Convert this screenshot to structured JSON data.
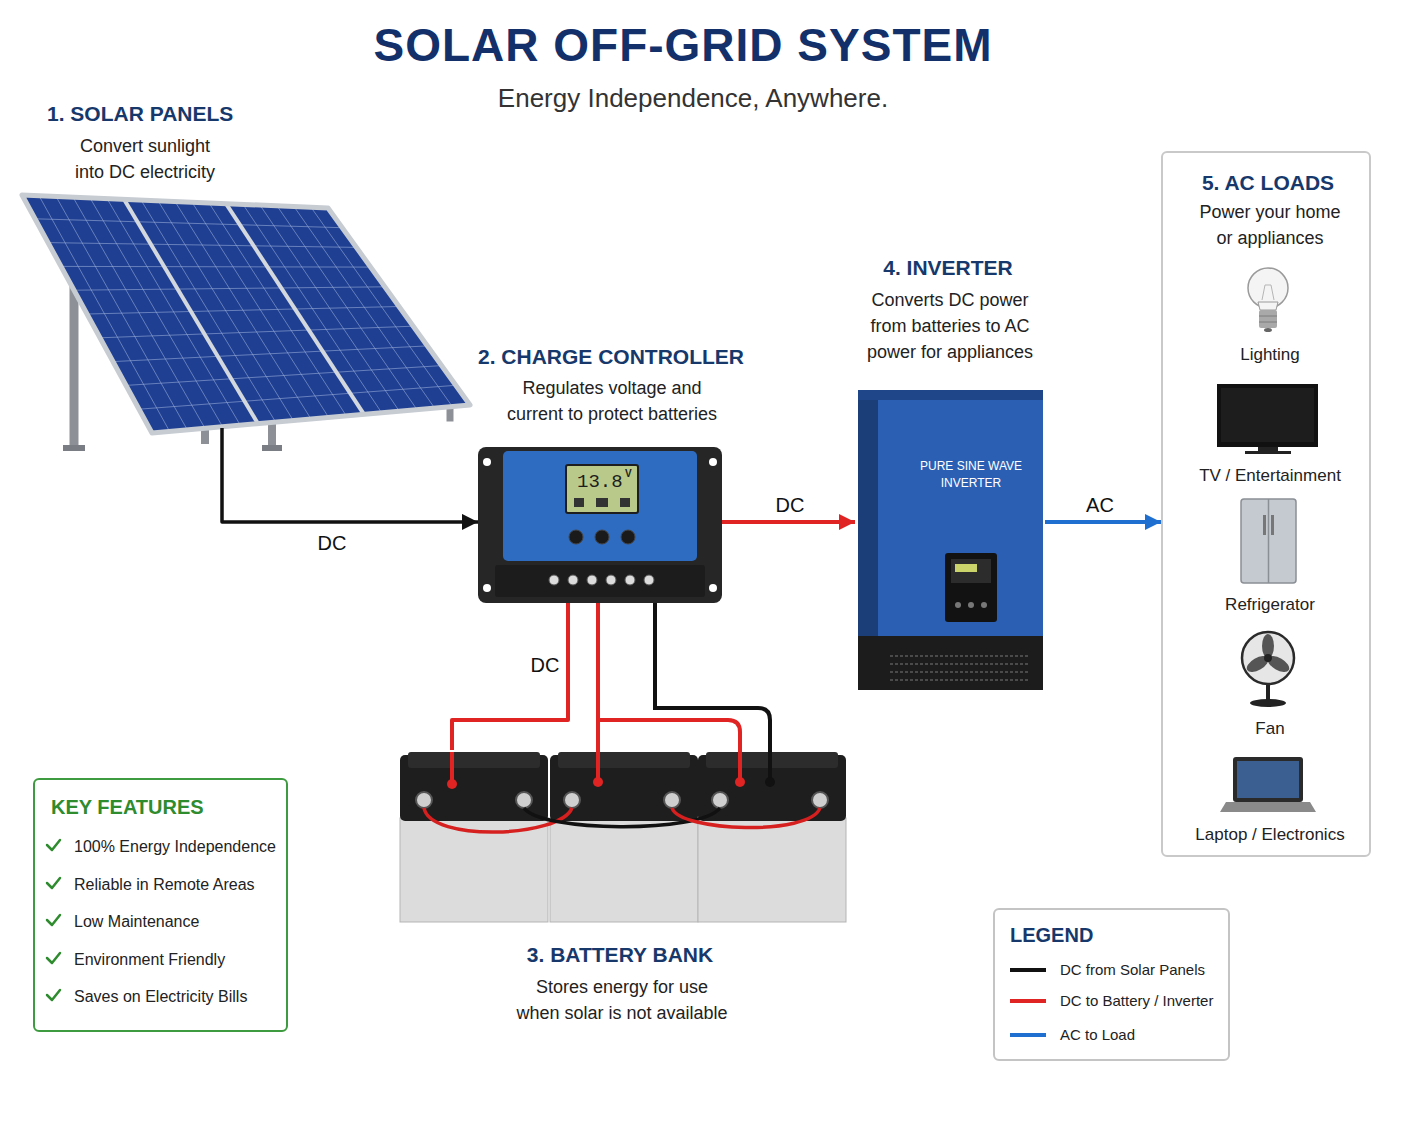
{
  "diagram": {
    "title": "SOLAR OFF-GRID SYSTEM",
    "nodes": [
      {
        "text": [
          "1. SOLAR PANELS",
          "Convert sunlight into DC electricity"
        ]
      },
      {
        "text": [
          "2. CHARGE CONTROLLER",
          "Regulates voltage and current to protect batteries"
        ]
      },
      {
        "text": [
          "3. BATTERY BANK",
          "Stores energy for use when solar is not available"
        ]
      },
      {
        "text": [
          "4. INVERTER",
          "Converts DC power from batteries to AC power for appliances"
        ]
      },
      {
        "text": [
          "5. AC LOADS",
          "Power your home or appliances"
        ]
      },
      {
        "text": [
          "Lighting"
        ],
        "in": 4
      },
      {
        "text": [
          "TV / Entertainment"
        ],
        "in": 4
      },
      {
        "text": [
          "Refrigerator"
        ],
        "in": 4
      },
      {
        "text": [
          "Fan"
        ],
        "in": 4
      },
      {
        "text": [
          "Laptop / Electronics"
        ],
        "in": 4
      },
      {
        "text": [
          "KEY FEATURES",
          "100% Energy Independence",
          "Reliable in Remote Areas",
          "Low Maintenance",
          "Environment Friendly",
          "Saves on Electricity Bills"
        ]
      }
    ],
    "edges": [
      {
        "from": 0,
        "to": 1,
        "label": "DC",
        "arrow": "to"
      },
      {
        "from": 1,
        "to": 3,
        "label": "DC",
        "arrow": "to"
      },
      {
        "from": 1,
        "to": 2,
        "label": "DC",
        "arrow": "none"
      },
      {
        "from": 3,
        "to": 4,
        "label": "AC",
        "arrow": "to"
      }
    ],
    "labels": [
      "Energy Independence, Anywhere.",
      "13.8",
      "V",
      "PURE SINE WAVE INVERTER",
      "LEGEND"
    ],
    "legend": [
      {
        "text": "DC from Solar Panels",
        "color": "#111111"
      },
      {
        "text": "DC to Battery / Inverter",
        "color": "#e02424"
      },
      {
        "text": "AC to Load",
        "color": "#1f6fd1"
      }
    ]
  }
}
